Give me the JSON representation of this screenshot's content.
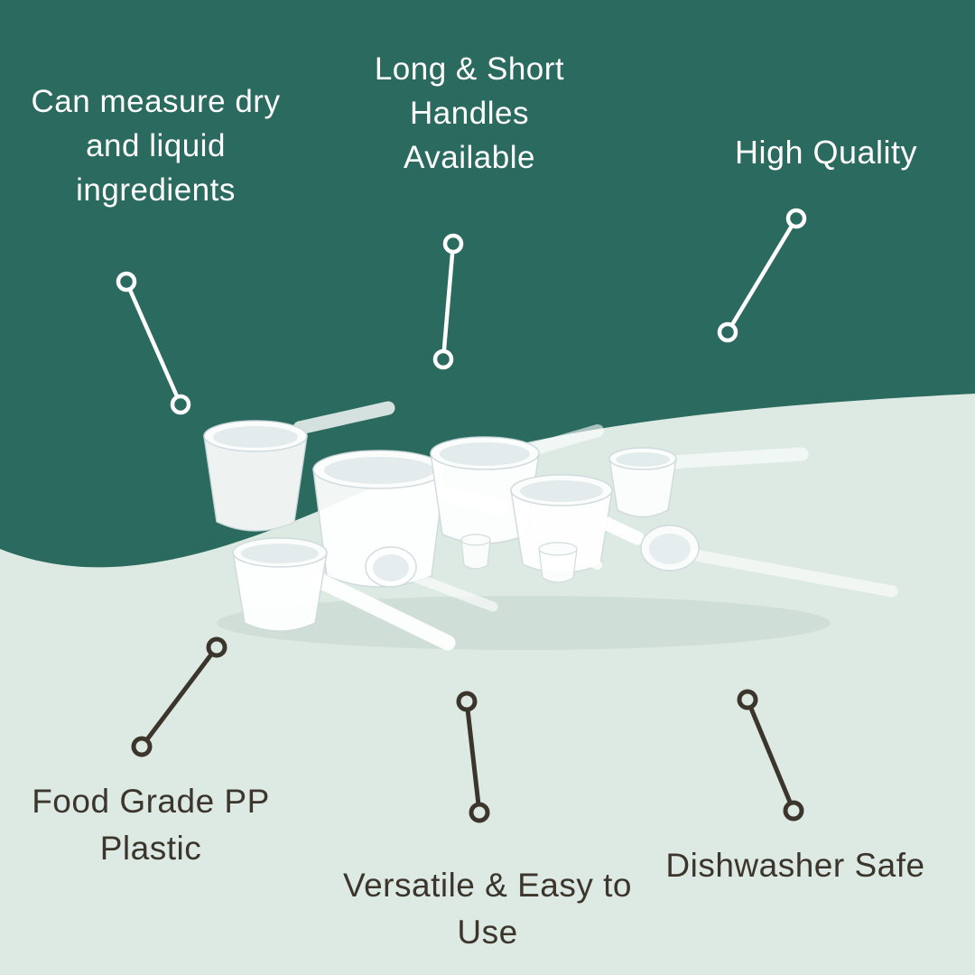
{
  "infographic": {
    "title": "Measuring scoops feature infographic",
    "product_name": "measuring-scoops"
  },
  "colors": {
    "teal_background": "#2B6A5F",
    "mint_background": "#DDEAE3",
    "light_text": "#FFFFFF",
    "dark_text": "#3B352C",
    "connector_light": "#FFFFFF",
    "connector_dark": "#3B352C",
    "scoop_white": "#FFFFFF"
  },
  "callouts": {
    "top_left": {
      "label": "Can measure dry and liquid ingredients",
      "lines": [
        "Can measure dry",
        "and liquid",
        "ingredients"
      ]
    },
    "top_center": {
      "label": "Long & Short Handles Available",
      "lines": [
        "Long & Short",
        "Handles",
        "Available"
      ]
    },
    "top_right": {
      "label": "High Quality",
      "lines": [
        "High Quality"
      ]
    },
    "bottom_left": {
      "label": "Food Grade PP Plastic",
      "lines": [
        "Food Grade PP",
        "Plastic"
      ]
    },
    "bottom_center": {
      "label": "Versatile & Easy to Use",
      "lines": [
        "Versatile & Easy to",
        "Use"
      ]
    },
    "bottom_right": {
      "label": "Dishwasher Safe",
      "lines": [
        "Dishwasher Safe"
      ]
    }
  }
}
